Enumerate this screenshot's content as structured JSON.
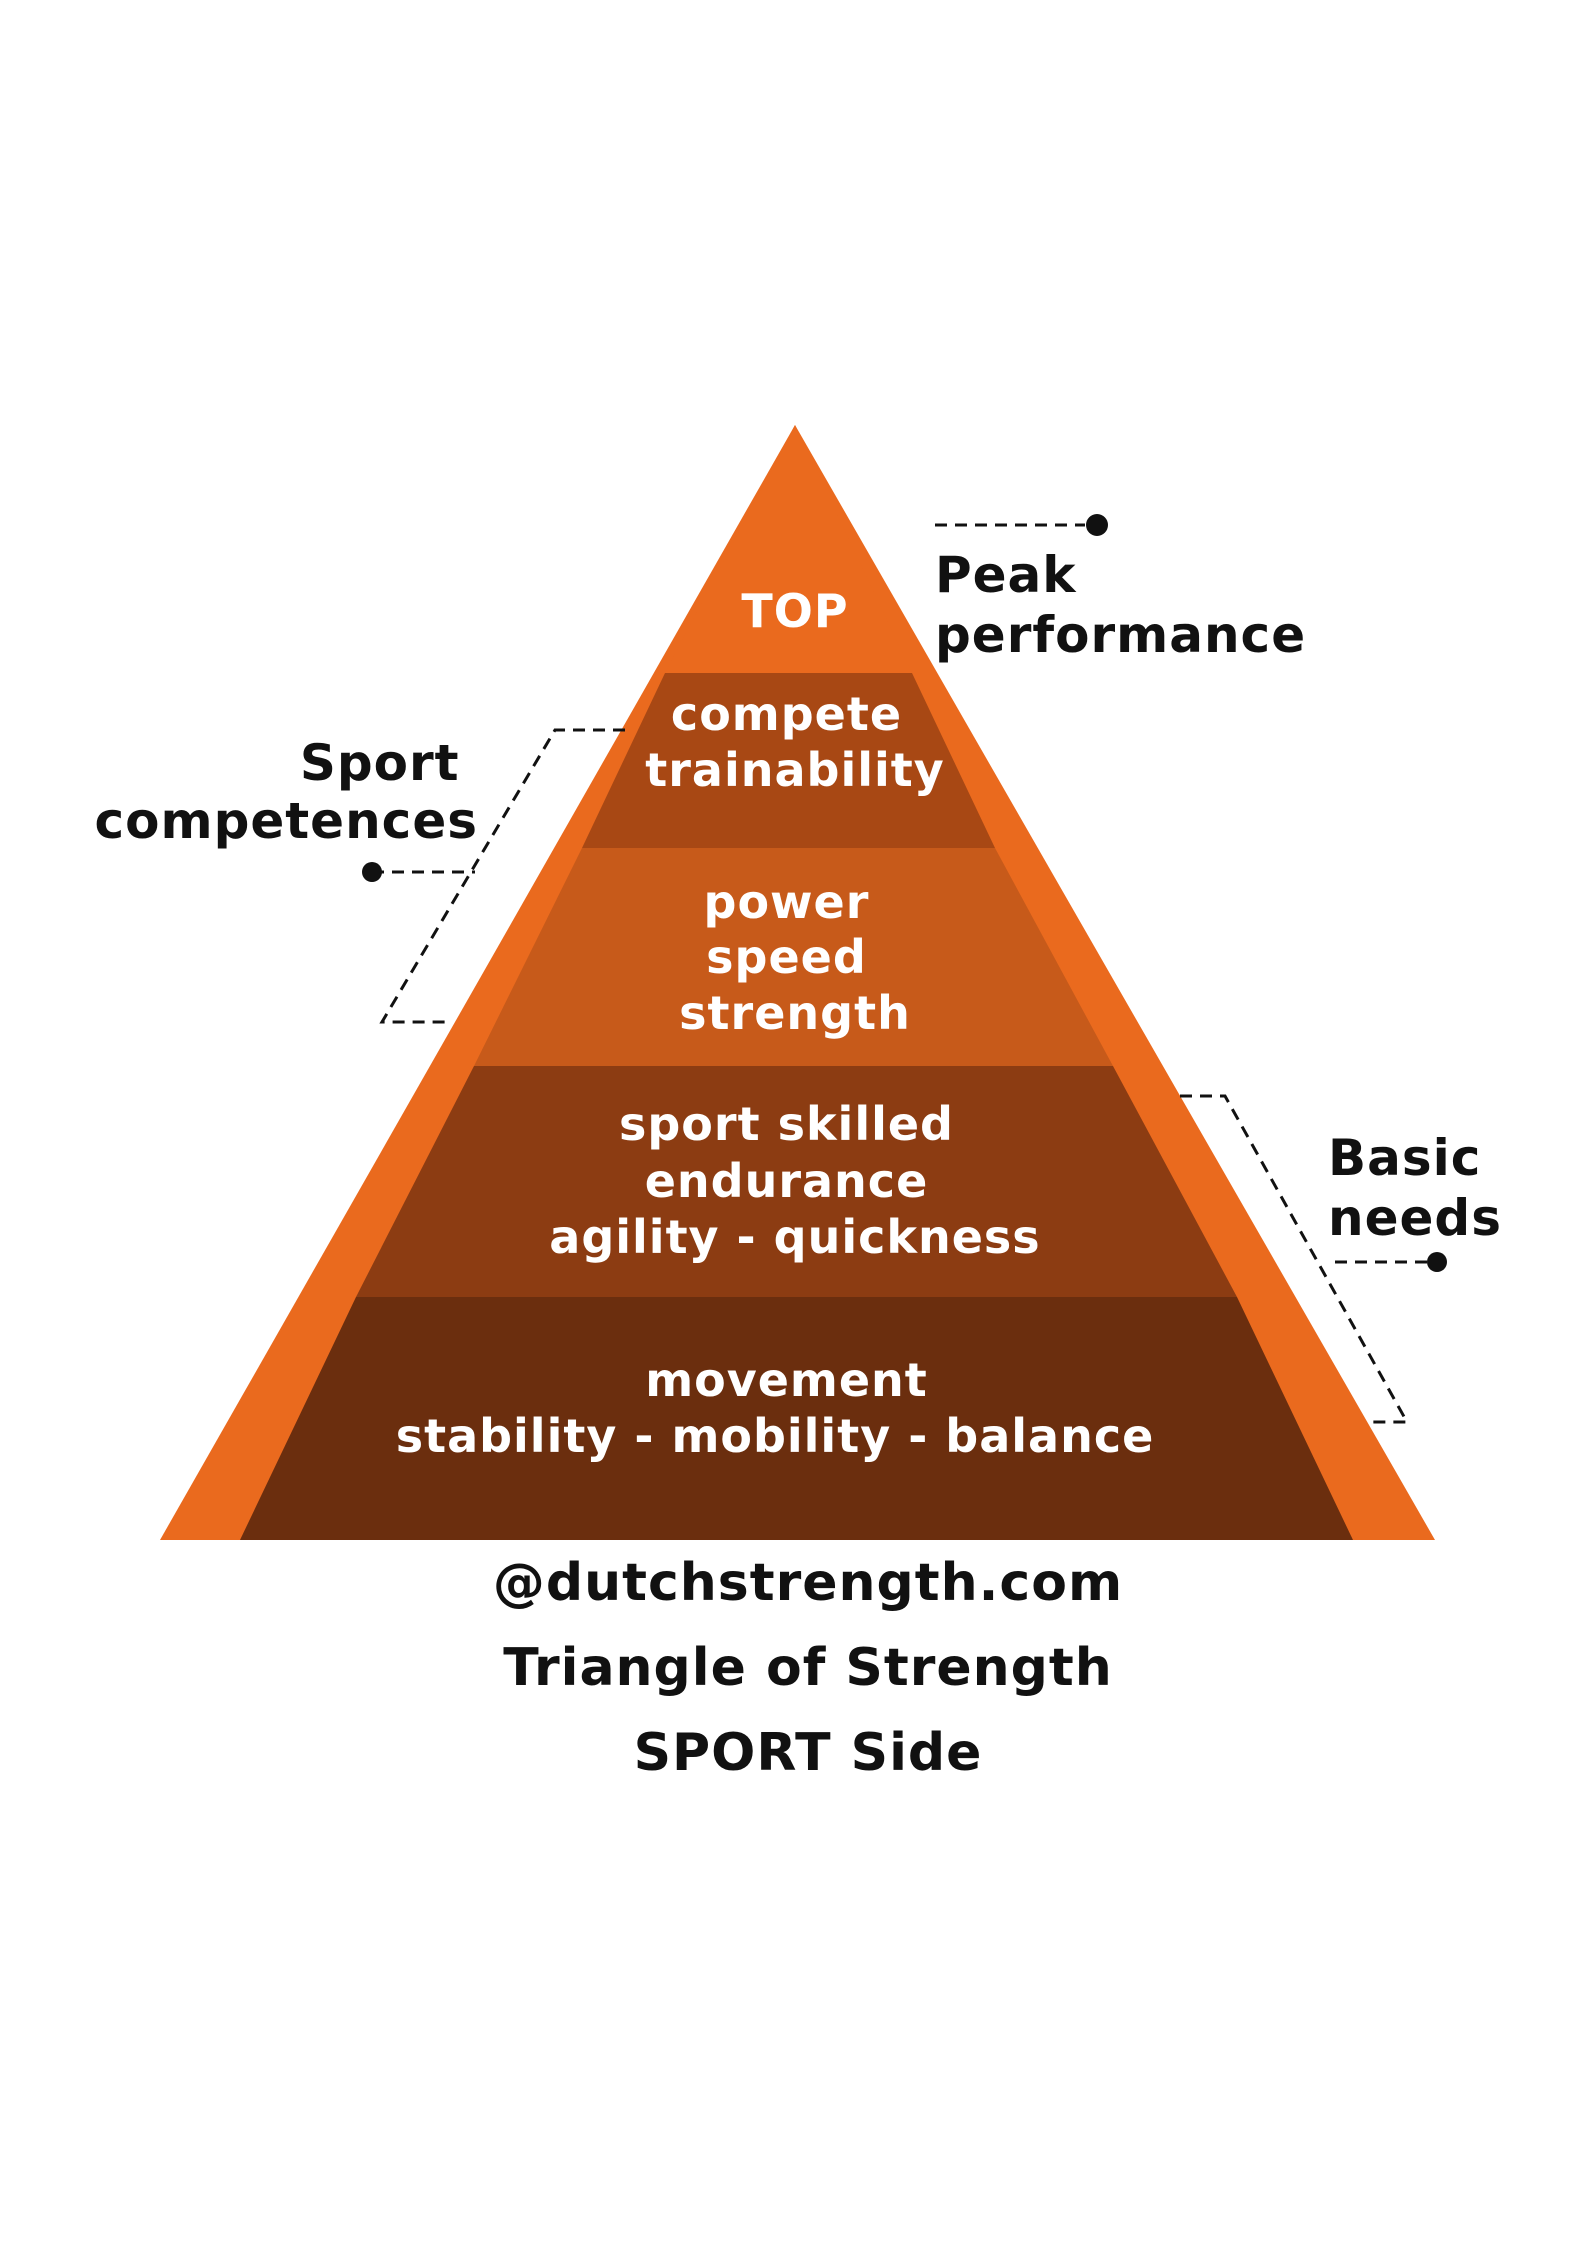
{
  "colors": {
    "outer_triangle": "#EA6A1E",
    "top_layer": "#EA6A1E",
    "layer_compete": "#A84814",
    "layer_power": "#C75A1A",
    "layer_skills": "#8C3C12",
    "layer_movement": "#6B2E0E",
    "text_light": "#FFFFFF",
    "text_dark": "#111111"
  },
  "pyramid": {
    "top": {
      "lines": [
        "TOP"
      ]
    },
    "compete": {
      "lines": [
        "compete",
        "trainability"
      ]
    },
    "power": {
      "lines": [
        "power",
        "speed",
        "strength"
      ]
    },
    "skills": {
      "lines": [
        "sport skilled",
        "endurance",
        "agility - quickness"
      ]
    },
    "movement": {
      "lines": [
        "movement",
        "stability - mobility - balance"
      ]
    }
  },
  "annotations": {
    "peak": {
      "lines": [
        "Peak",
        "performance"
      ]
    },
    "sport_competences": {
      "lines": [
        "Sport",
        "competences"
      ]
    },
    "basic_needs": {
      "lines": [
        "Basic",
        "needs"
      ]
    }
  },
  "footer": {
    "handle": "@dutchstrength.com",
    "title": "Triangle of Strength",
    "subtitle": "SPORT Side"
  }
}
